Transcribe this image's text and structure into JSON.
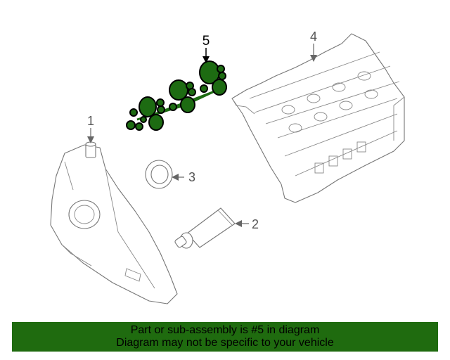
{
  "diagram": {
    "callouts": [
      {
        "id": "1",
        "label": "1"
      },
      {
        "id": "2",
        "label": "2"
      },
      {
        "id": "3",
        "label": "3"
      },
      {
        "id": "4",
        "label": "4"
      },
      {
        "id": "5",
        "label": "5",
        "highlighted": true
      }
    ],
    "parts": [
      {
        "callout": "1",
        "icon": "timing-cover-icon"
      },
      {
        "callout": "2",
        "icon": "sealant-tube-icon"
      },
      {
        "callout": "3",
        "icon": "seal-ring-icon"
      },
      {
        "callout": "4",
        "icon": "cylinder-head-icon"
      },
      {
        "callout": "5",
        "icon": "gasket-icon"
      }
    ],
    "highlight_color": "#1f6b0f"
  },
  "banner": {
    "line1": "Part or sub-assembly is #5 in diagram",
    "line2": "Diagram may not be specific to your vehicle",
    "background": "#1f6b0f"
  }
}
